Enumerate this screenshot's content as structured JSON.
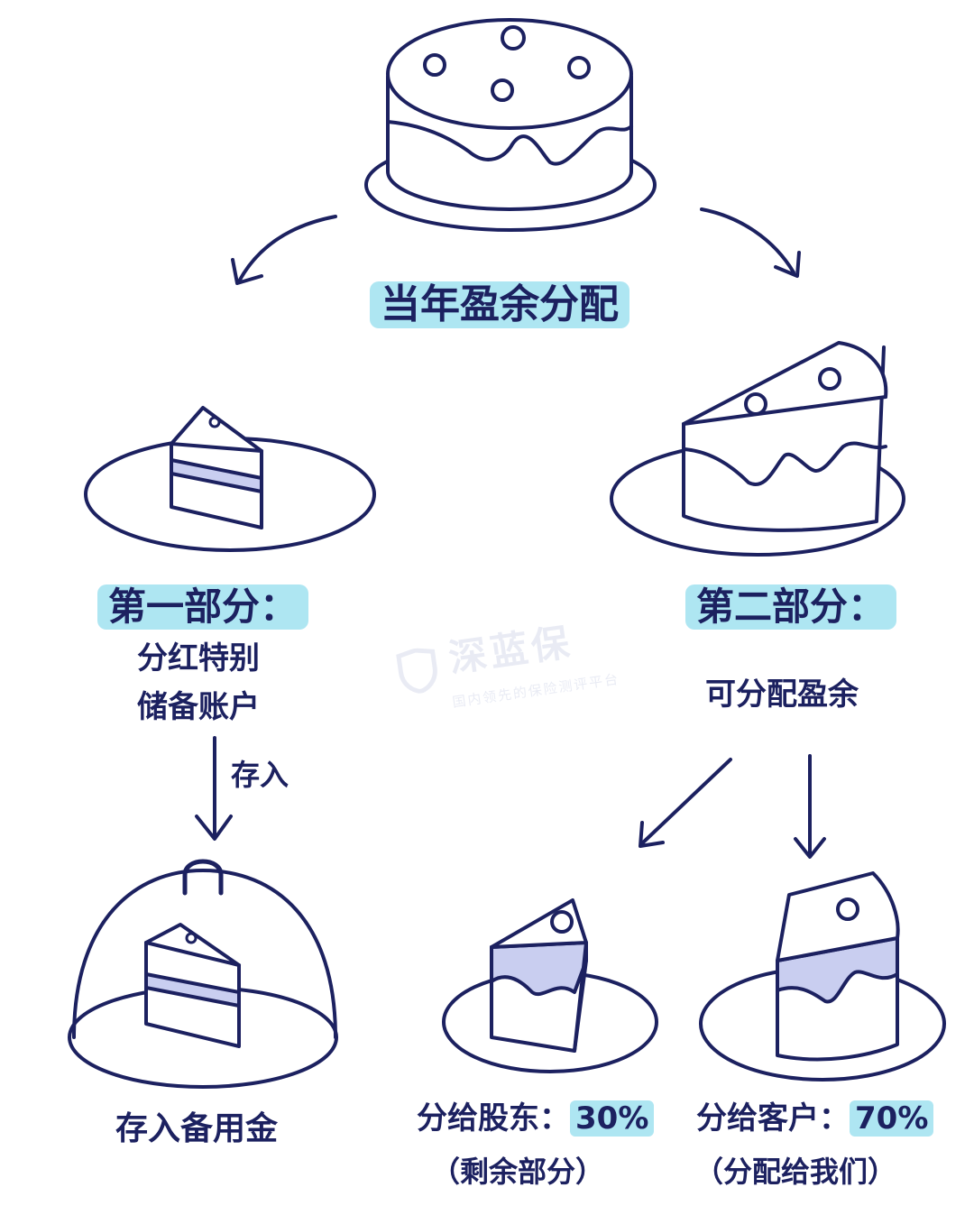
{
  "title": "当年盈余分配",
  "part1": {
    "heading": "第一部分：",
    "line1": "分红特别",
    "line2": "储备账户",
    "arrow_label": "存入",
    "result": "存入备用金"
  },
  "part2": {
    "heading": "第二部分：",
    "subtitle": "可分配盈余",
    "shareholders": {
      "label": "分给股东：",
      "percent": "30%",
      "note": "（剩余部分）"
    },
    "customers": {
      "label": "分给客户：",
      "percent": "70%",
      "note": "（分配给我们）"
    }
  },
  "watermark": {
    "brand": "深蓝保",
    "tagline": "国内领先的保险测评平台"
  },
  "colors": {
    "ink": "#1c2160",
    "highlight": "#aee6f2",
    "fill_layer": "#c9cef0"
  }
}
